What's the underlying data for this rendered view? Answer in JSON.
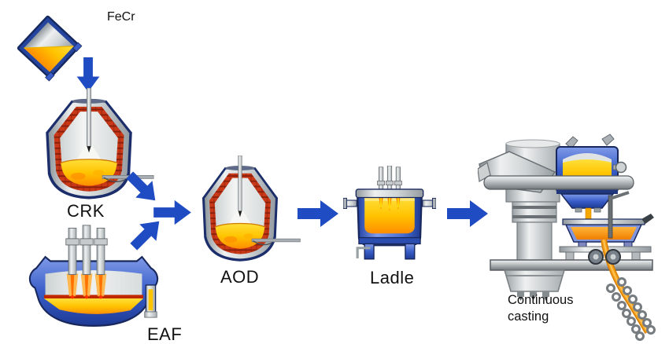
{
  "diagram": {
    "type": "process-flow",
    "subject": "stainless-steel-production-route"
  },
  "labels": {
    "fecr": "FeCr",
    "crk": "CRK",
    "eaf": "EAF",
    "aod": "AOD",
    "ladle": "Ladle",
    "continuous_casting": "Continuous\ncasting"
  },
  "flow": [
    {
      "from": "FeCr",
      "to": "CRK",
      "direction": "down"
    },
    {
      "from": "CRK",
      "to": "merge-point",
      "direction": "down-right"
    },
    {
      "from": "EAF",
      "to": "merge-point",
      "direction": "up-right"
    },
    {
      "from": "merge-point",
      "to": "AOD",
      "direction": "right"
    },
    {
      "from": "AOD",
      "to": "Ladle",
      "direction": "right"
    },
    {
      "from": "Ladle",
      "to": "Continuous casting",
      "direction": "right"
    }
  ],
  "colors": {
    "arrow_blue": "#1f4cc2",
    "outline_navy": "#1b2e6b",
    "refractory_red": "#c93817",
    "melt_yellow": "#ffc400",
    "melt_orange": "#ff8d00",
    "steel_grey": "#c9cdce",
    "equipment_blue": "#3a5ec9",
    "strand_orange": "#f29111",
    "background": "#ffffff"
  }
}
